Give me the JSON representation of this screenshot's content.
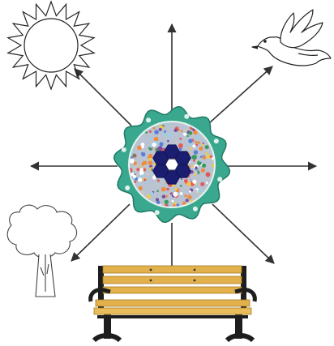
{
  "figure": {
    "center": {
      "name": "mosaic-medallion",
      "border_color": "#3aa88e",
      "flower_color": "#1a1d70"
    },
    "arrow_directions": [
      "up",
      "up-right",
      "right",
      "down-right",
      "down",
      "down-left",
      "left",
      "up-left"
    ],
    "items": [
      {
        "name": "sun",
        "direction": "up-left"
      },
      {
        "name": "dove",
        "direction": "up-right"
      },
      {
        "name": "tree",
        "direction": "down-left"
      },
      {
        "name": "park-bench",
        "direction": "down"
      }
    ],
    "colors": {
      "arrow": "#333333",
      "bench_slats": "#e2b14c",
      "bench_frame": "#1e1e1e",
      "outline": "#222222"
    }
  }
}
